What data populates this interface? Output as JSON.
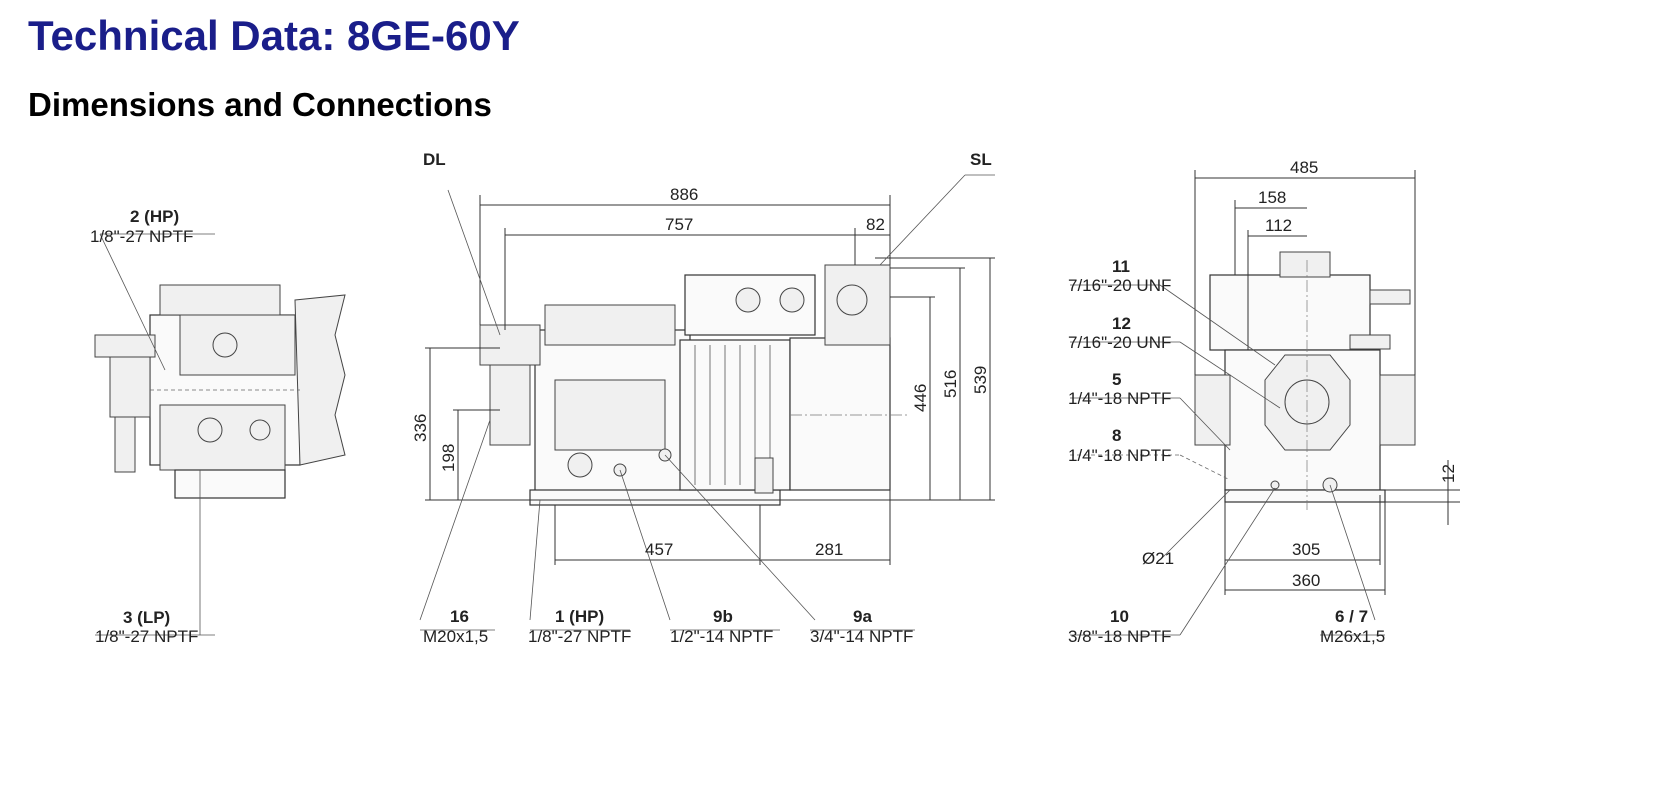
{
  "header": {
    "title": "Technical Data: 8GE-60Y",
    "subtitle": "Dimensions and Connections"
  },
  "views": {
    "top": {
      "label": "DL"
    },
    "top_right": {
      "label": "SL"
    }
  },
  "dimensions": {
    "d886": "886",
    "d757": "757",
    "d82": "82",
    "d336": "336",
    "d198": "198",
    "d446": "446",
    "d516": "516",
    "d539": "539",
    "d457": "457",
    "d281": "281",
    "d485": "485",
    "d158": "158",
    "d112": "112",
    "d12": "12",
    "d305": "305",
    "d360": "360",
    "d21": "Ø21"
  },
  "connections": [
    {
      "id": "c2hp",
      "num": "2 (HP)",
      "spec": "1/8\"-27 NPTF"
    },
    {
      "id": "c3lp",
      "num": "3 (LP)",
      "spec": "1/8\"-27 NPTF"
    },
    {
      "id": "c16",
      "num": "16",
      "spec": "M20x1,5"
    },
    {
      "id": "c1hp",
      "num": "1 (HP)",
      "spec": "1/8\"-27 NPTF"
    },
    {
      "id": "c9b",
      "num": "9b",
      "spec": "1/2\"-14 NPTF"
    },
    {
      "id": "c9a",
      "num": "9a",
      "spec": "3/4\"-14 NPTF"
    },
    {
      "id": "c11",
      "num": "11",
      "spec": "7/16\"-20 UNF"
    },
    {
      "id": "c12",
      "num": "12",
      "spec": "7/16\"-20 UNF"
    },
    {
      "id": "c5",
      "num": "5",
      "spec": "1/4\"-18 NPTF"
    },
    {
      "id": "c8",
      "num": "8",
      "spec": "1/4\"-18 NPTF"
    },
    {
      "id": "c10",
      "num": "10",
      "spec": "3/8\"-18 NPTF"
    },
    {
      "id": "c67",
      "num": "6 / 7",
      "spec": "M26x1,5"
    }
  ]
}
